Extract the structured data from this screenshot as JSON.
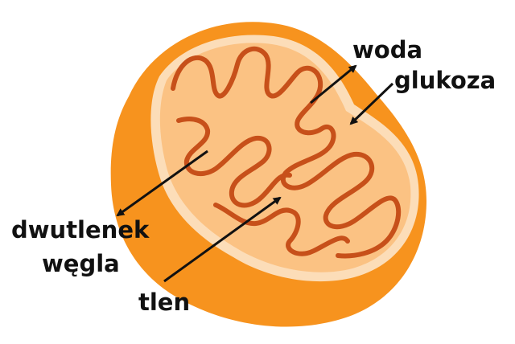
{
  "labels": {
    "water": "woda",
    "glucose": "glukoza",
    "co2_line1": "dwutlenek",
    "co2_line2": "węgla",
    "oxygen": "tlen"
  },
  "colors": {
    "outer": "#F7931E",
    "outer_dark": "#F28A12",
    "rim": "#FCDDB8",
    "matrix": "#FBC283",
    "cristae": "#C7501A",
    "arrow": "#111111",
    "background": "#FFFFFF"
  }
}
